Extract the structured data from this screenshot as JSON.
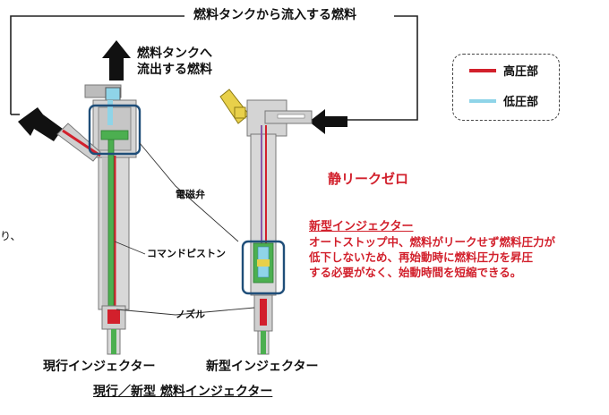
{
  "flow_in_label": "燃料タンクから流入する燃料",
  "flow_out_label_line1": "燃料タンクへ",
  "flow_out_label_line2": "流出する燃料",
  "legend": {
    "high_pressure": "高圧部",
    "low_pressure": "低圧部",
    "high_color": "#d2202c",
    "low_color": "#8fd4e8"
  },
  "parts": {
    "solenoid": "電磁弁",
    "command_piston": "コマンドピストン",
    "nozzle": "ノズル"
  },
  "static_leak": "静リークゼロ",
  "new_injector_note": {
    "title": "新型インジェクター",
    "line1": "オートストップ中、燃料がリークせず燃料圧力が",
    "line2": "低下しないため、再始動時に燃料圧力を昇圧",
    "line3": "する必要がなく、始動時間を短縮できる。"
  },
  "left_fragment": "り、",
  "current_label": "現行インジェクター",
  "new_label": "新型インジェクター",
  "caption": "現行／新型 燃料インジェクター"
}
